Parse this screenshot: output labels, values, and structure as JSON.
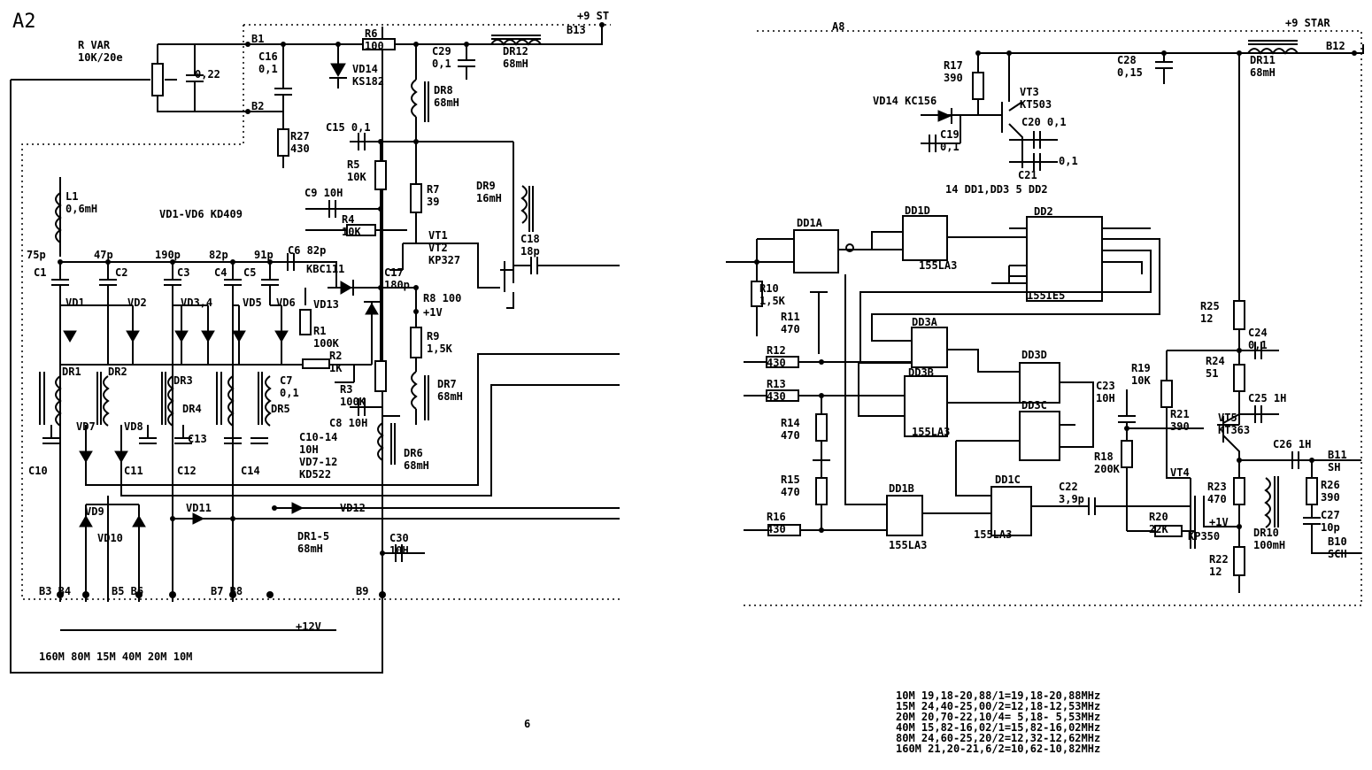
{
  "sheet_label": "A2",
  "left": {
    "labels": [
      {
        "id": "rvar",
        "t": "R VAR\n10K/20e"
      },
      {
        "id": "c022",
        "t": "0,22"
      },
      {
        "id": "b1",
        "t": "B1"
      },
      {
        "id": "b2",
        "t": "B2"
      },
      {
        "id": "c16",
        "t": "C16\n0,1"
      },
      {
        "id": "r6",
        "t": "R6\n100"
      },
      {
        "id": "vd14",
        "t": "VD14\nKS182"
      },
      {
        "id": "c29",
        "t": "C29\n0,1"
      },
      {
        "id": "dr12",
        "t": "DR12\n68mH"
      },
      {
        "id": "b13",
        "t": "B13"
      },
      {
        "id": "p9st",
        "t": "+9 ST"
      },
      {
        "id": "r27",
        "t": "R27\n430"
      },
      {
        "id": "dr8",
        "t": "DR8\n68mH"
      },
      {
        "id": "c15",
        "t": "C15 0,1"
      },
      {
        "id": "r5",
        "t": "R5\n10K"
      },
      {
        "id": "c9",
        "t": "C9 10H"
      },
      {
        "id": "r4",
        "t": "R4\n10K"
      },
      {
        "id": "r7",
        "t": "R7\n39"
      },
      {
        "id": "dr9",
        "t": "DR9\n16mH"
      },
      {
        "id": "l1",
        "t": "L1\n0,6mH"
      },
      {
        "id": "vd16",
        "t": "VD1-VD6 KD409"
      },
      {
        "id": "vt1",
        "t": "VT1\nVT2\nKP327"
      },
      {
        "id": "c18",
        "t": "C18\n18p"
      },
      {
        "id": "c1v",
        "t": "75p"
      },
      {
        "id": "c2v",
        "t": "47p"
      },
      {
        "id": "c3v",
        "t": "190p"
      },
      {
        "id": "c4v",
        "t": "82p"
      },
      {
        "id": "c5v",
        "t": "91p"
      },
      {
        "id": "c6",
        "t": "C6 82p"
      },
      {
        "id": "c1",
        "t": "C1"
      },
      {
        "id": "c2",
        "t": "C2"
      },
      {
        "id": "c3",
        "t": "C3"
      },
      {
        "id": "c4",
        "t": "C4"
      },
      {
        "id": "c5",
        "t": "C5"
      },
      {
        "id": "kbc",
        "t": "KBC111"
      },
      {
        "id": "c17",
        "t": "C17\n180p"
      },
      {
        "id": "vd13",
        "t": "VD13"
      },
      {
        "id": "r8",
        "t": "R8 100"
      },
      {
        "id": "plus1v",
        "t": "+1V"
      },
      {
        "id": "vd1",
        "t": "VD1"
      },
      {
        "id": "vd2",
        "t": "VD2"
      },
      {
        "id": "vd34",
        "t": "VD3,4"
      },
      {
        "id": "vd5",
        "t": "VD5"
      },
      {
        "id": "vd6",
        "t": "VD6"
      },
      {
        "id": "r1",
        "t": "R1\n100K"
      },
      {
        "id": "r9",
        "t": "R9\n1,5K"
      },
      {
        "id": "r2",
        "t": "R2\n1K"
      },
      {
        "id": "dr1",
        "t": "DR1"
      },
      {
        "id": "dr2",
        "t": "DR2"
      },
      {
        "id": "dr3",
        "t": "DR3"
      },
      {
        "id": "dr4",
        "t": "DR4"
      },
      {
        "id": "dr5",
        "t": "DR5"
      },
      {
        "id": "c7",
        "t": "C7\n0,1"
      },
      {
        "id": "r3",
        "t": "R3\n100K"
      },
      {
        "id": "dr7",
        "t": "DR7\n68mH"
      },
      {
        "id": "vd7",
        "t": "VD7"
      },
      {
        "id": "vd8",
        "t": "VD8"
      },
      {
        "id": "c8",
        "t": "C8 10H"
      },
      {
        "id": "c1014",
        "t": "C10-14\n10H\nVD7-12\nKD522"
      },
      {
        "id": "dr6",
        "t": "DR6\n68mH"
      },
      {
        "id": "c10",
        "t": "C10"
      },
      {
        "id": "c11",
        "t": "C11"
      },
      {
        "id": "c12",
        "t": "C12"
      },
      {
        "id": "c13",
        "t": "C13"
      },
      {
        "id": "c14",
        "t": "C14"
      },
      {
        "id": "vd9",
        "t": "VD9"
      },
      {
        "id": "vd10",
        "t": "VD10"
      },
      {
        "id": "vd11",
        "t": "VD11"
      },
      {
        "id": "vd12",
        "t": "VD12"
      },
      {
        "id": "dr15",
        "t": "DR1-5\n68mH"
      },
      {
        "id": "c30",
        "t": "C30\n10H"
      },
      {
        "id": "b3",
        "t": "B3 B4"
      },
      {
        "id": "b5",
        "t": "B5  B6"
      },
      {
        "id": "b7",
        "t": "B7  B8"
      },
      {
        "id": "b9",
        "t": "B9"
      },
      {
        "id": "p12v",
        "t": "+12V"
      },
      {
        "id": "bands",
        "t": "160M  80M  15M  40M   20M   10M"
      }
    ]
  },
  "right": {
    "labels": [
      {
        "id": "a8",
        "t": "A8"
      },
      {
        "id": "p9star",
        "t": "+9 STAR"
      },
      {
        "id": "r17",
        "t": "R17\n390"
      },
      {
        "id": "vt3",
        "t": "VT3\nKT503"
      },
      {
        "id": "c28",
        "t": "C28\n0,15"
      },
      {
        "id": "dr11",
        "t": "DR11\n68mH"
      },
      {
        "id": "b12",
        "t": "B12"
      },
      {
        "id": "vd14r",
        "t": "VD14 KC156"
      },
      {
        "id": "c19",
        "t": "C19\n0,1"
      },
      {
        "id": "c20",
        "t": "C20 0,1"
      },
      {
        "id": "c21",
        "t": "C21"
      },
      {
        "id": "c21v",
        "t": "0,1"
      },
      {
        "id": "pwr",
        "t": "14 DD1,DD3 5 DD2"
      },
      {
        "id": "dd1a",
        "t": "DD1A"
      },
      {
        "id": "dd1d",
        "t": "DD1D"
      },
      {
        "id": "dd2",
        "t": "DD2"
      },
      {
        "id": "la3a",
        "t": "155LA3"
      },
      {
        "id": "ie5",
        "t": "155IE5"
      },
      {
        "id": "r10",
        "t": "R10\n1,5K"
      },
      {
        "id": "r11",
        "t": "R11\n470"
      },
      {
        "id": "dd3a",
        "t": "DD3A"
      },
      {
        "id": "dd3b",
        "t": "DD3B"
      },
      {
        "id": "dd3d",
        "t": "DD3D"
      },
      {
        "id": "dd3c",
        "t": "DD3C"
      },
      {
        "id": "la3b",
        "t": "155LA3"
      },
      {
        "id": "r12",
        "t": "R12\n430"
      },
      {
        "id": "r13",
        "t": "R13\n430"
      },
      {
        "id": "r14",
        "t": "R14\n470"
      },
      {
        "id": "r15",
        "t": "R15\n470"
      },
      {
        "id": "r16",
        "t": "R16\n430"
      },
      {
        "id": "dd1b",
        "t": "DD1B"
      },
      {
        "id": "dd1c",
        "t": "DD1C"
      },
      {
        "id": "la3c",
        "t": "155LA3"
      },
      {
        "id": "la3d",
        "t": "155LA3"
      },
      {
        "id": "c22",
        "t": "C22\n3,9p"
      },
      {
        "id": "c23",
        "t": "C23\n10H"
      },
      {
        "id": "r18",
        "t": "R18\n200K"
      },
      {
        "id": "r19",
        "t": "R19\n10K"
      },
      {
        "id": "r21",
        "t": "R21\n390"
      },
      {
        "id": "r20",
        "t": "R20\n22K"
      },
      {
        "id": "vt4",
        "t": "VT4"
      },
      {
        "id": "kp350",
        "t": "KP350"
      },
      {
        "id": "r25",
        "t": "R25\n12"
      },
      {
        "id": "c24",
        "t": "C24\n0,1"
      },
      {
        "id": "r24",
        "t": "R24\n51"
      },
      {
        "id": "c25",
        "t": "C25 1H"
      },
      {
        "id": "vt5",
        "t": "VT5\nKT363"
      },
      {
        "id": "c26",
        "t": "C26 1H"
      },
      {
        "id": "b11",
        "t": "B11\nSH"
      },
      {
        "id": "r23",
        "t": "R23\n470"
      },
      {
        "id": "p1v",
        "t": "+1V"
      },
      {
        "id": "r26",
        "t": "R26\n390"
      },
      {
        "id": "c27",
        "t": "C27\n10p"
      },
      {
        "id": "dr10",
        "t": "DR10\n100mH"
      },
      {
        "id": "b10",
        "t": "B10\nSCH"
      },
      {
        "id": "r22",
        "t": "R22\n12"
      }
    ]
  },
  "band_table": [
    "10M  19,18-20,88/1=19,18-20,88MHz",
    "15M  24,40-25,00/2=12,18-12,53MHz",
    "20M  20,70-22,10/4= 5,18- 5,53MHz",
    "40M  15,82-16,02/1=15,82-16,02MHz",
    "80M  24,60-25,20/2=12,32-12,62MHz",
    "160M 21,20-21,6/2=10,62-10,82MHz"
  ],
  "page_mark": "6"
}
